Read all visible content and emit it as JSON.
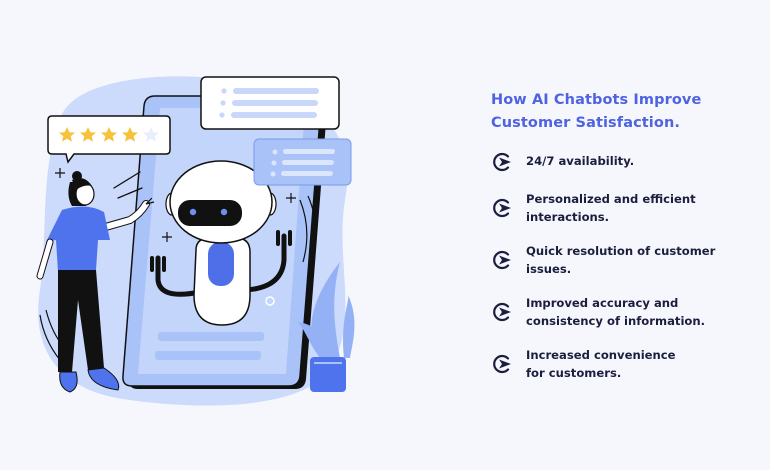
{
  "heading": {
    "line1": "How AI Chatbots Improve",
    "line2": "Customer Satisfaction."
  },
  "benefits": [
    {
      "icon": "play-circle-icon",
      "line1": "24/7 availability.",
      "line2": ""
    },
    {
      "icon": "play-circle-icon",
      "line1": "Personalized and efficient",
      "line2": "interactions."
    },
    {
      "icon": "play-circle-icon",
      "line1": "Quick resolution of customer",
      "line2": "issues."
    },
    {
      "icon": "play-circle-icon",
      "line1": "Improved accuracy and",
      "line2": "consistency of information."
    },
    {
      "icon": "play-circle-icon",
      "line1": "Increased convenience",
      "line2": "for customers."
    }
  ],
  "illustration": {
    "rating_stars_filled": 4,
    "rating_stars_total": 5,
    "colors": {
      "accent": "#4f63e0",
      "blob": "#ccdafb",
      "phone": "#a9c2f7",
      "star": "#f7c23b",
      "ink": "#111111"
    }
  }
}
